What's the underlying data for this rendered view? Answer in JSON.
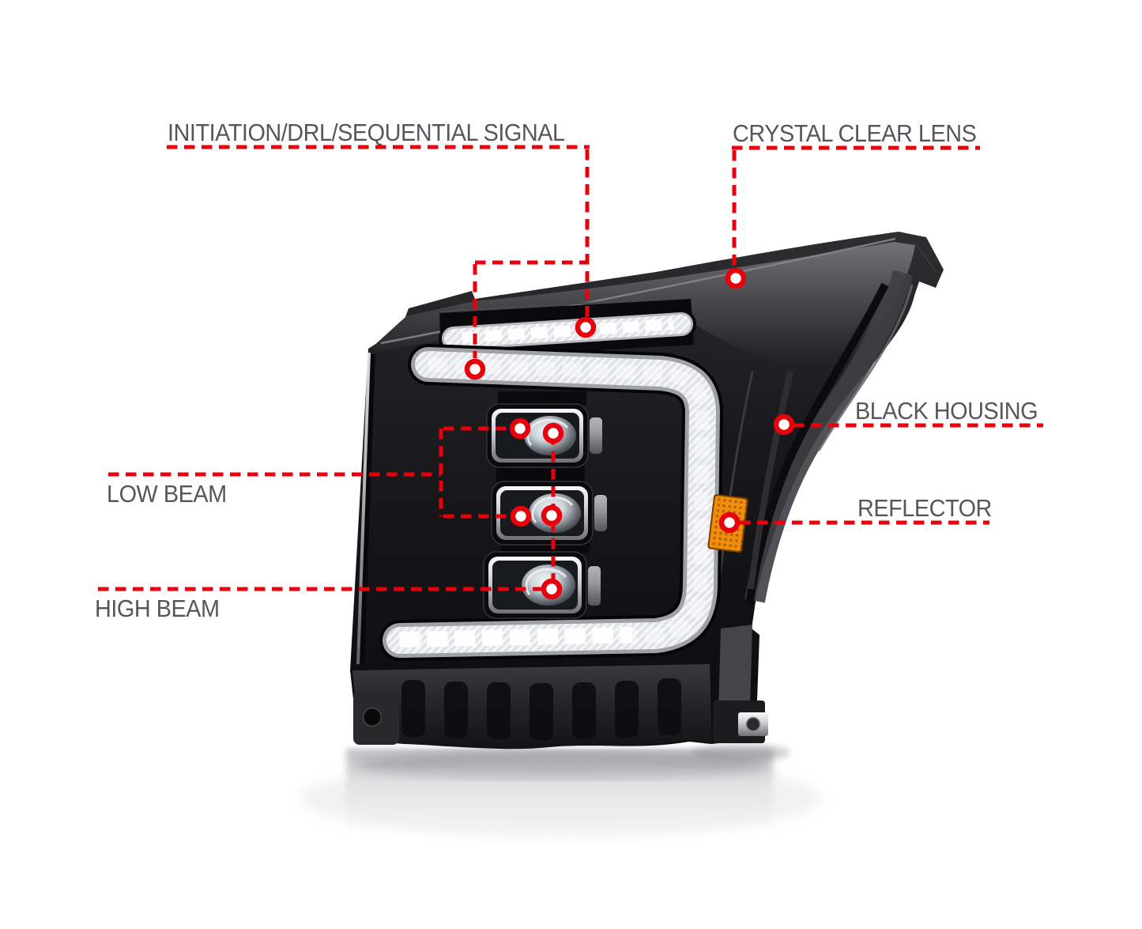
{
  "colors": {
    "background": "#ffffff",
    "accent_red": "#e8000d",
    "label_text": "#55565a",
    "housing_black": "#0d0d0f",
    "reflector_amber": "#ef8e0a"
  },
  "callouts": {
    "initiation": {
      "label": "INITIATION/DRL/SEQUENTIAL SIGNAL"
    },
    "lens": {
      "label": "CRYSTAL CLEAR LENS"
    },
    "housing": {
      "label": "BLACK HOUSING"
    },
    "reflector": {
      "label": "REFLECTOR"
    },
    "low_beam": {
      "label": "LOW BEAM"
    },
    "high_beam": {
      "label": "HIGH BEAM"
    }
  }
}
